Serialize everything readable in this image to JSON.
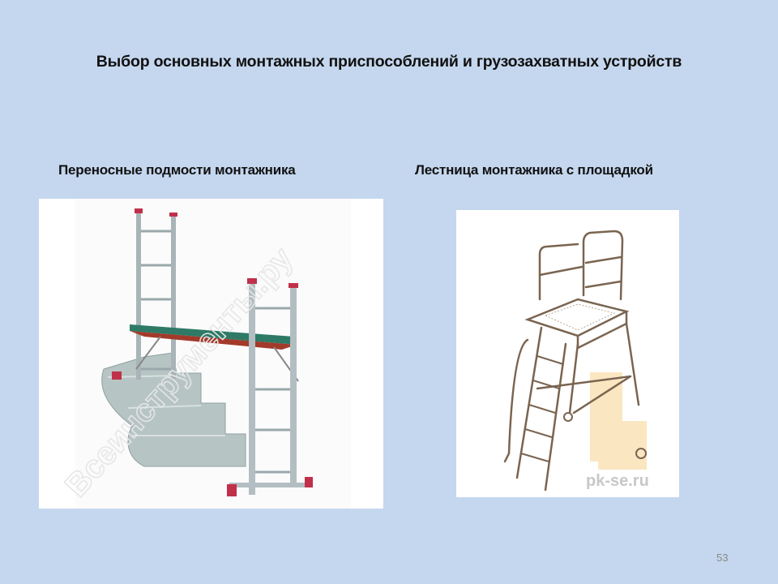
{
  "slide": {
    "title": "Выбор основных  монтажных приспособлений и  грузозахватных устройств",
    "page_number": "53",
    "background_color": "#c5d7ee"
  },
  "left_panel": {
    "caption": "Переносные подмости монтажника",
    "image": {
      "description": "Aluminum portable scaffold with two ladders and green platform over stone stairs",
      "watermark": "Всеинструменты.ру"
    }
  },
  "right_panel": {
    "caption": "Лестница монтажника с площадкой",
    "image": {
      "description": "Sketch of installer's ladder with railed platform on wheels",
      "watermark": "pk-se.ru"
    }
  }
}
